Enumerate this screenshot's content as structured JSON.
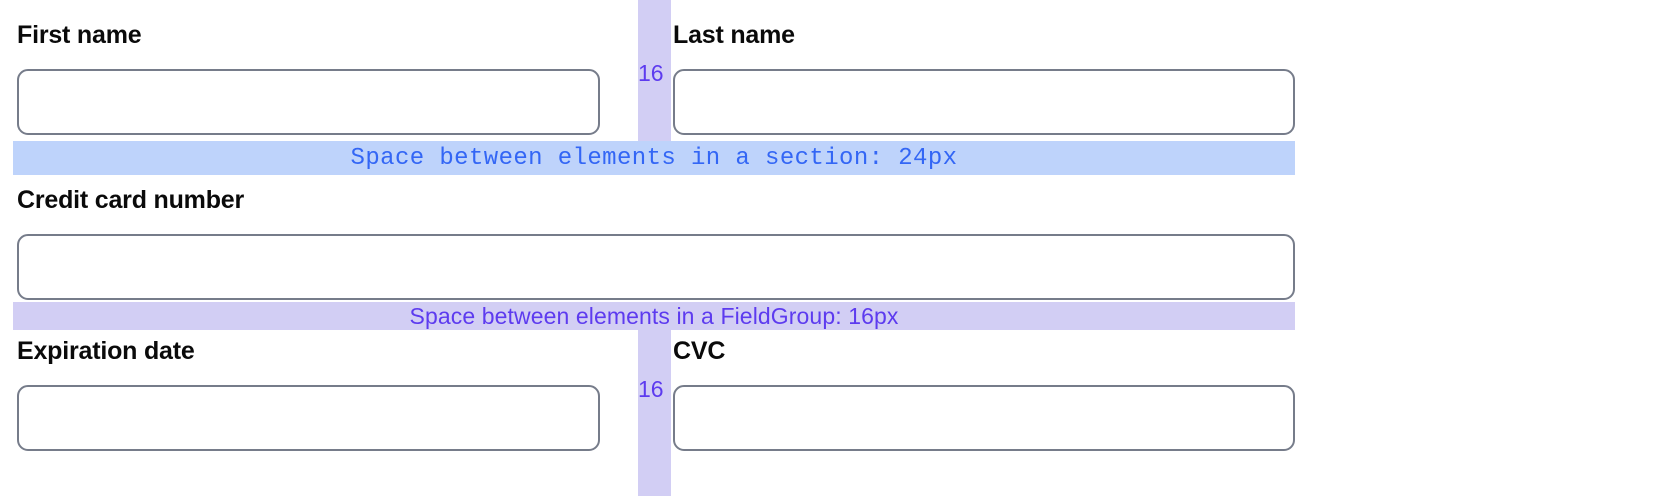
{
  "colors": {
    "page_background": "#ffffff",
    "label_text": "#0a0a0a",
    "input_border": "#767c8a",
    "input_background": "#ffffff",
    "section_bar_background": "#bed3fb",
    "section_bar_text": "#3366f5",
    "fieldgroup_bar_background": "#d2cef4",
    "fieldgroup_bar_text": "#5d3bef",
    "gap_column_background": "#d2cef4",
    "gap_column_text": "#5d3bef"
  },
  "form": {
    "rows": [
      {
        "id": "name-row",
        "fields": [
          {
            "name": "first-name",
            "label": "First name",
            "value": "",
            "placeholder": ""
          },
          {
            "name": "last-name",
            "label": "Last name",
            "value": "",
            "placeholder": ""
          }
        ],
        "gap_label": "16"
      },
      {
        "id": "credit-card-row",
        "fields": [
          {
            "name": "credit-card-number",
            "label": "Credit card number",
            "value": "",
            "placeholder": ""
          }
        ]
      },
      {
        "id": "expiry-cvc-row",
        "fields": [
          {
            "name": "expiration-date",
            "label": "Expiration date",
            "value": "",
            "placeholder": ""
          },
          {
            "name": "cvc",
            "label": "CVC",
            "value": "",
            "placeholder": ""
          }
        ],
        "gap_label": "16"
      }
    ]
  },
  "annotations": {
    "section_spacing": {
      "text": "Space between elements in a section: 24px",
      "value": "24px",
      "style": "monospace"
    },
    "fieldgroup_spacing": {
      "text": "Space between elements in a FieldGroup: 16px",
      "value": "16px",
      "style": "sans-serif"
    }
  }
}
